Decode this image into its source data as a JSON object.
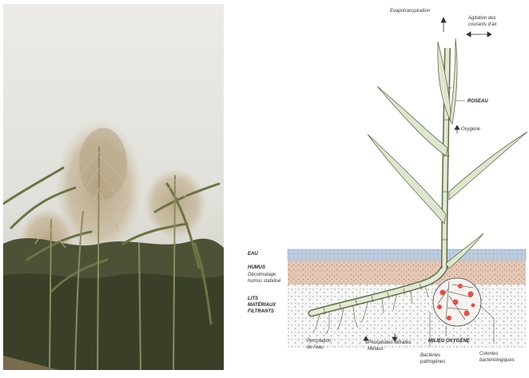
{
  "labels": {
    "evapo": "Evapotranspiration",
    "agitation_1": "Agitation des",
    "agitation_2": "courants d'air",
    "roseau": "ROSEAU",
    "oxygene": "Oxygène",
    "eau": "EAU",
    "humus_1": "HUMUS",
    "humus_2": "Décolmatage",
    "humus_3": "humus stabilisé",
    "lits_1": "LITS",
    "lits_2": "MATÉRIAUX",
    "lits_3": "FILTRANTS",
    "percolation_1": "Percolation",
    "percolation_2": "de l'eau",
    "phosph_1": "Phosphates-Nitrates",
    "phosph_2": "Métaux",
    "milieu": "MILIEU OXYGÈNE",
    "bact_1": "Bactéries",
    "bact_2": "pathogènes",
    "colonies_1": "Colonies",
    "colonies_2": "bactériologiques"
  },
  "colors": {
    "sky": "#e2e1dc",
    "reed_green": "#dfe6cf",
    "reed_stroke": "#5f6d4a",
    "water": "#b9c6dc",
    "humus": "#e3c3b2",
    "gravel": "#f4f4f2",
    "bacteria": "#d9534f"
  }
}
